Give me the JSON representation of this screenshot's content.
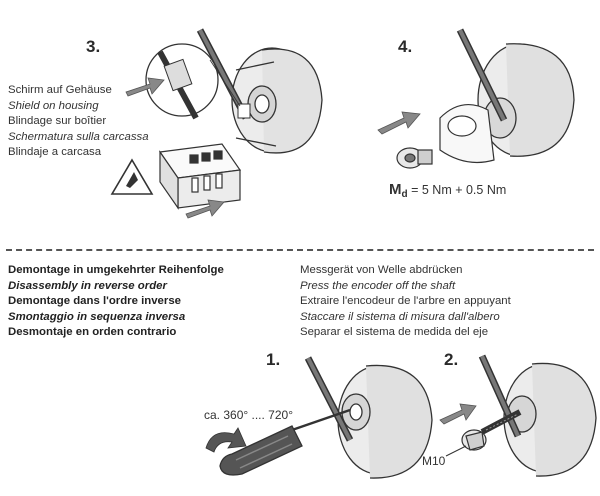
{
  "steps_top": {
    "step3": {
      "number": "3."
    },
    "step4": {
      "number": "4."
    }
  },
  "shield_texts": [
    "Schirm auf Gehäuse",
    "Shield on housing",
    "Blindage sur boîtier",
    "Schermatura sulla carcassa",
    "Blindaje a carcasa"
  ],
  "torque": {
    "symbol": "M",
    "subscript": "d",
    "value": "= 5 Nm + 0.5 Nm"
  },
  "disassembly": [
    "Demontage in umgekehrter Reihenfolge",
    "Disassembly in reverse order",
    "Demontage dans l'ordre inverse",
    "Smontaggio in sequenza inversa",
    "Desmontaje en orden contrario"
  ],
  "press_encoder": [
    "Messgerät von Welle abdrücken",
    "Press the encoder off the shaft",
    "Extraire l'encodeur de l'arbre en appuyant",
    "Staccare il sistema di misura dall'albero",
    "Separar el sistema de medida del eje"
  ],
  "steps_bottom": {
    "step1": {
      "number": "1.",
      "rotation": "ca. 360° .... 720°"
    },
    "step2": {
      "number": "2.",
      "bolt": "M10"
    }
  }
}
